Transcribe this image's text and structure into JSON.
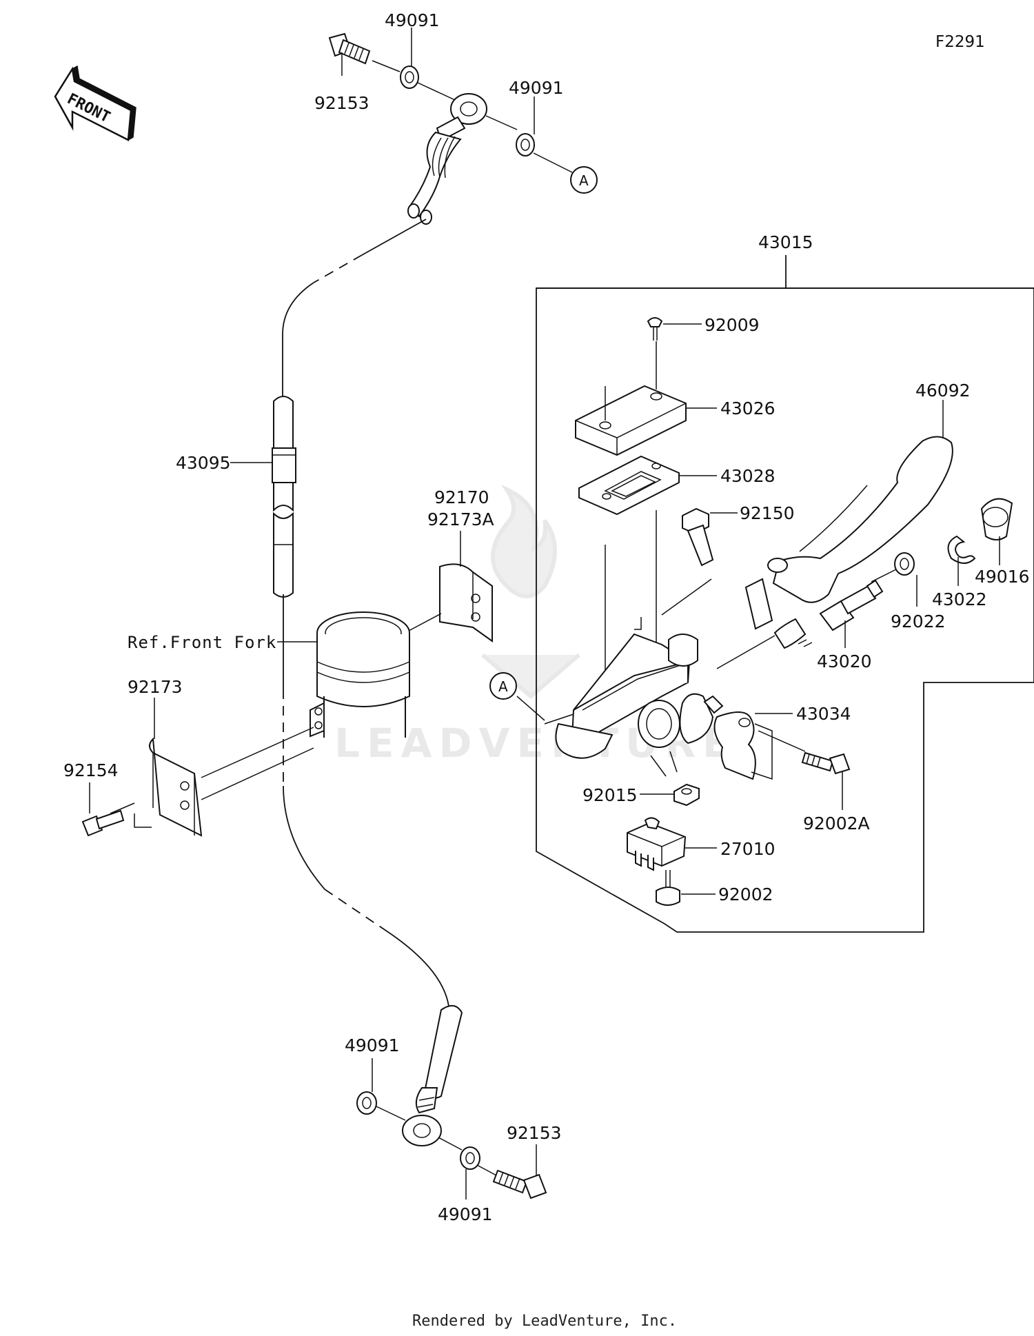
{
  "figure_code": "F2291",
  "front_indicator": "FRONT",
  "callout_marker": "A",
  "reference_label": "Ref.Front Fork",
  "assembly_label": "43015",
  "footer": "Rendered by LeadVenture, Inc.",
  "watermark": "LEADVENTURE",
  "parts": {
    "banjo_bolt_upper": "92153",
    "washer_upper_left": "49091",
    "washer_upper_right": "49091",
    "brake_hose": "43095",
    "hose_clamp": "92170",
    "hose_clamp_a": "92173A",
    "hose_guide": "92173",
    "guide_bolt": "92154",
    "washer_lower_left": "49091",
    "washer_lower_right": "49091",
    "banjo_bolt_lower": "92153",
    "reservoir_screw": "92009",
    "reservoir_cap": "43026",
    "diaphragm": "43028",
    "lever_pivot_bolt": "92150",
    "brake_lever": "46092",
    "dust_boot": "49016",
    "circlip": "43022",
    "piston_washer": "92022",
    "piston_set": "43020",
    "master_cylinder_clamp": "43034",
    "clamp_bolt": "92002A",
    "lever_nut": "92015",
    "brake_switch": "27010",
    "switch_screw": "92002"
  }
}
